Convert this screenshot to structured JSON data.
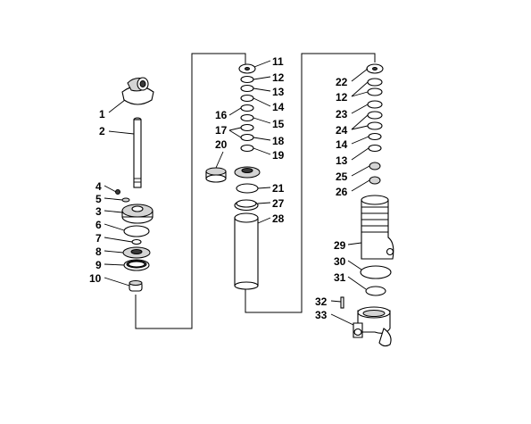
{
  "callouts": [
    {
      "id": "c1",
      "number": "1"
    },
    {
      "id": "c2",
      "number": "2"
    },
    {
      "id": "c3",
      "number": "3"
    },
    {
      "id": "c4",
      "number": "4"
    },
    {
      "id": "c5",
      "number": "5"
    },
    {
      "id": "c6",
      "number": "6"
    },
    {
      "id": "c7",
      "number": "7"
    },
    {
      "id": "c8",
      "number": "8"
    },
    {
      "id": "c9",
      "number": "9"
    },
    {
      "id": "c10",
      "number": "10"
    },
    {
      "id": "c11",
      "number": "11"
    },
    {
      "id": "c12a",
      "number": "12"
    },
    {
      "id": "c13a",
      "number": "13"
    },
    {
      "id": "c14a",
      "number": "14"
    },
    {
      "id": "c15",
      "number": "15"
    },
    {
      "id": "c16",
      "number": "16"
    },
    {
      "id": "c17",
      "number": "17"
    },
    {
      "id": "c18",
      "number": "18"
    },
    {
      "id": "c19",
      "number": "19"
    },
    {
      "id": "c20",
      "number": "20"
    },
    {
      "id": "c21",
      "number": "21"
    },
    {
      "id": "c27",
      "number": "27"
    },
    {
      "id": "c28",
      "number": "28"
    },
    {
      "id": "c22",
      "number": "22"
    },
    {
      "id": "c12b",
      "number": "12"
    },
    {
      "id": "c23",
      "number": "23"
    },
    {
      "id": "c24",
      "number": "24"
    },
    {
      "id": "c14b",
      "number": "14"
    },
    {
      "id": "c13b",
      "number": "13"
    },
    {
      "id": "c25",
      "number": "25"
    },
    {
      "id": "c26",
      "number": "26"
    },
    {
      "id": "c29",
      "number": "29"
    },
    {
      "id": "c30",
      "number": "30"
    },
    {
      "id": "c31",
      "number": "31"
    },
    {
      "id": "c32",
      "number": "32"
    },
    {
      "id": "c33",
      "number": "33"
    }
  ]
}
